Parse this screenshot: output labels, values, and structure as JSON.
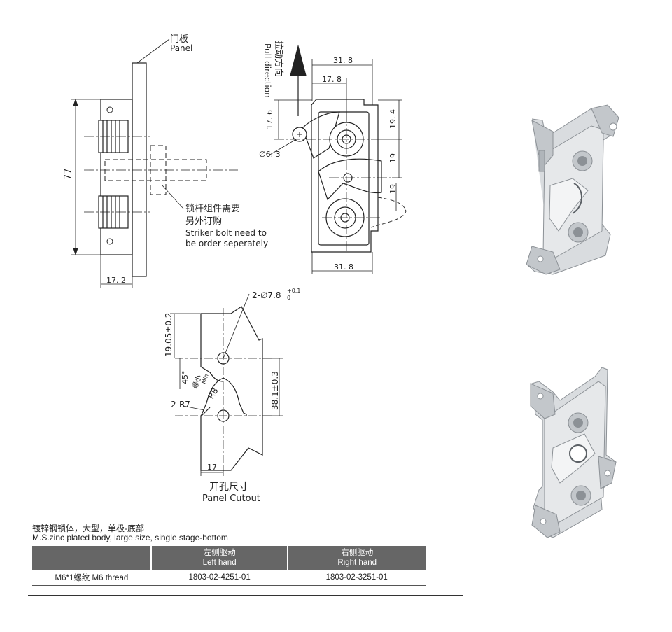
{
  "drawing": {
    "side_view": {
      "panel_cn": "门板",
      "panel_en": "Panel",
      "dim_height": "77",
      "dim_width": "17. 2",
      "striker_cn_1": "锁杆组件需要",
      "striker_cn_2": "另外订购",
      "striker_en_1": "Striker bolt need to",
      "striker_en_2": "be order seperately"
    },
    "front_view": {
      "pull_cn": "拉动方向",
      "pull_en": "Pull direction",
      "dim_top": "31. 8",
      "dim_inner": "17. 8",
      "dim_left": "17. 6",
      "dim_hole": "∅6. 3",
      "dim_right_1": "19. 4",
      "dim_right_2": "19",
      "dim_right_3": "19",
      "dim_bottom": "31. 8"
    },
    "cutout": {
      "holes": "2-∅7.8",
      "hole_tol_upper": "+0.1",
      "hole_tol_lower": "0",
      "dim_top": "19.05±0.2",
      "dim_span": "38.1±0.3",
      "angle": "45°",
      "min_cn": "最小",
      "min_en": "Min",
      "radius_r8": "R8",
      "radius_r7": "2-R7",
      "dim_bottom": "17",
      "title_cn": "开孔尺寸",
      "title_en": "Panel Cutout"
    }
  },
  "caption": {
    "cn": "镀锌钢锁体，大型，单极-底部",
    "en": "M.S.zinc plated body, large size, single stage-bottom"
  },
  "table": {
    "headers": [
      {
        "cn": "",
        "en": ""
      },
      {
        "cn": "左侧驱动",
        "en": "Left hand"
      },
      {
        "cn": "右侧驱动",
        "en": "Right hand"
      }
    ],
    "rows": [
      {
        "label": "M6*1螺纹 M6 thread",
        "left": "1803-02-4251-01",
        "right": "1803-02-3251-01"
      }
    ]
  },
  "colors": {
    "metal_light": "#e6e8ea",
    "metal_mid": "#c3c7cb",
    "metal_dark": "#8c9196",
    "table_header": "#666666"
  }
}
